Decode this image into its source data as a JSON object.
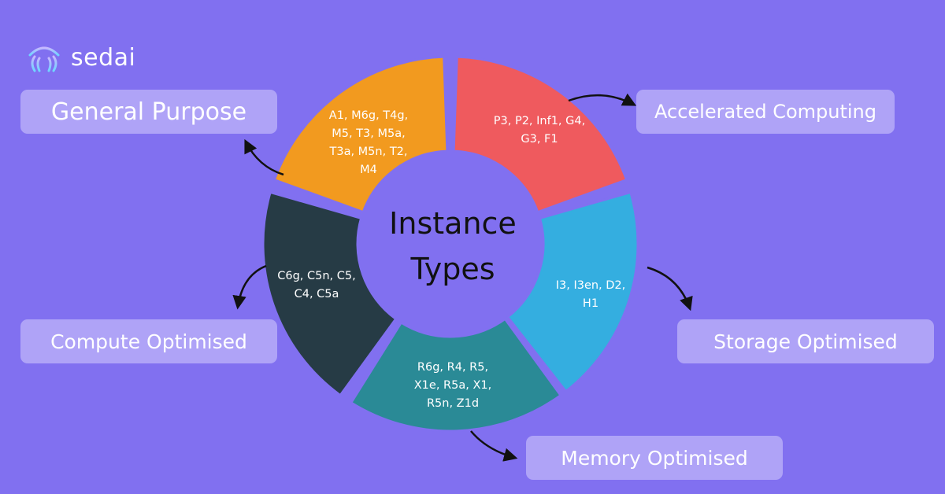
{
  "brand": {
    "name": "sedai",
    "icon": "wifi-waves-icon"
  },
  "center_title": {
    "line1": "Instance",
    "line2": "Types"
  },
  "colors": {
    "background": "#8170f0",
    "general_purpose": "#f29a1f",
    "accelerated_computing": "#ef5a5e",
    "storage_optimised": "#34aee0",
    "memory_optimised": "#2a8a96",
    "compute_optimised": "#263b45"
  },
  "segments": {
    "general_purpose": {
      "category": "General Purpose",
      "instances": [
        "A1, M6g, T4g,",
        "M5, T3, M5a,",
        "T3a, M5n, T2,",
        "M4"
      ]
    },
    "accelerated_computing": {
      "category": "Accelerated Computing",
      "instances": [
        "P3, P2, Inf1, G4,",
        "G3, F1"
      ]
    },
    "storage_optimised": {
      "category": "Storage Optimised",
      "instances": [
        "I3, I3en, D2,",
        "H1"
      ]
    },
    "memory_optimised": {
      "category": "Memory Optimised",
      "instances": [
        "R6g, R4, R5,",
        "X1e, R5a, X1,",
        "R5n, Z1d"
      ]
    },
    "compute_optimised": {
      "category": "Compute Optimised",
      "instances": [
        "C6g, C5n, C5,",
        "C4, C5a"
      ]
    }
  }
}
